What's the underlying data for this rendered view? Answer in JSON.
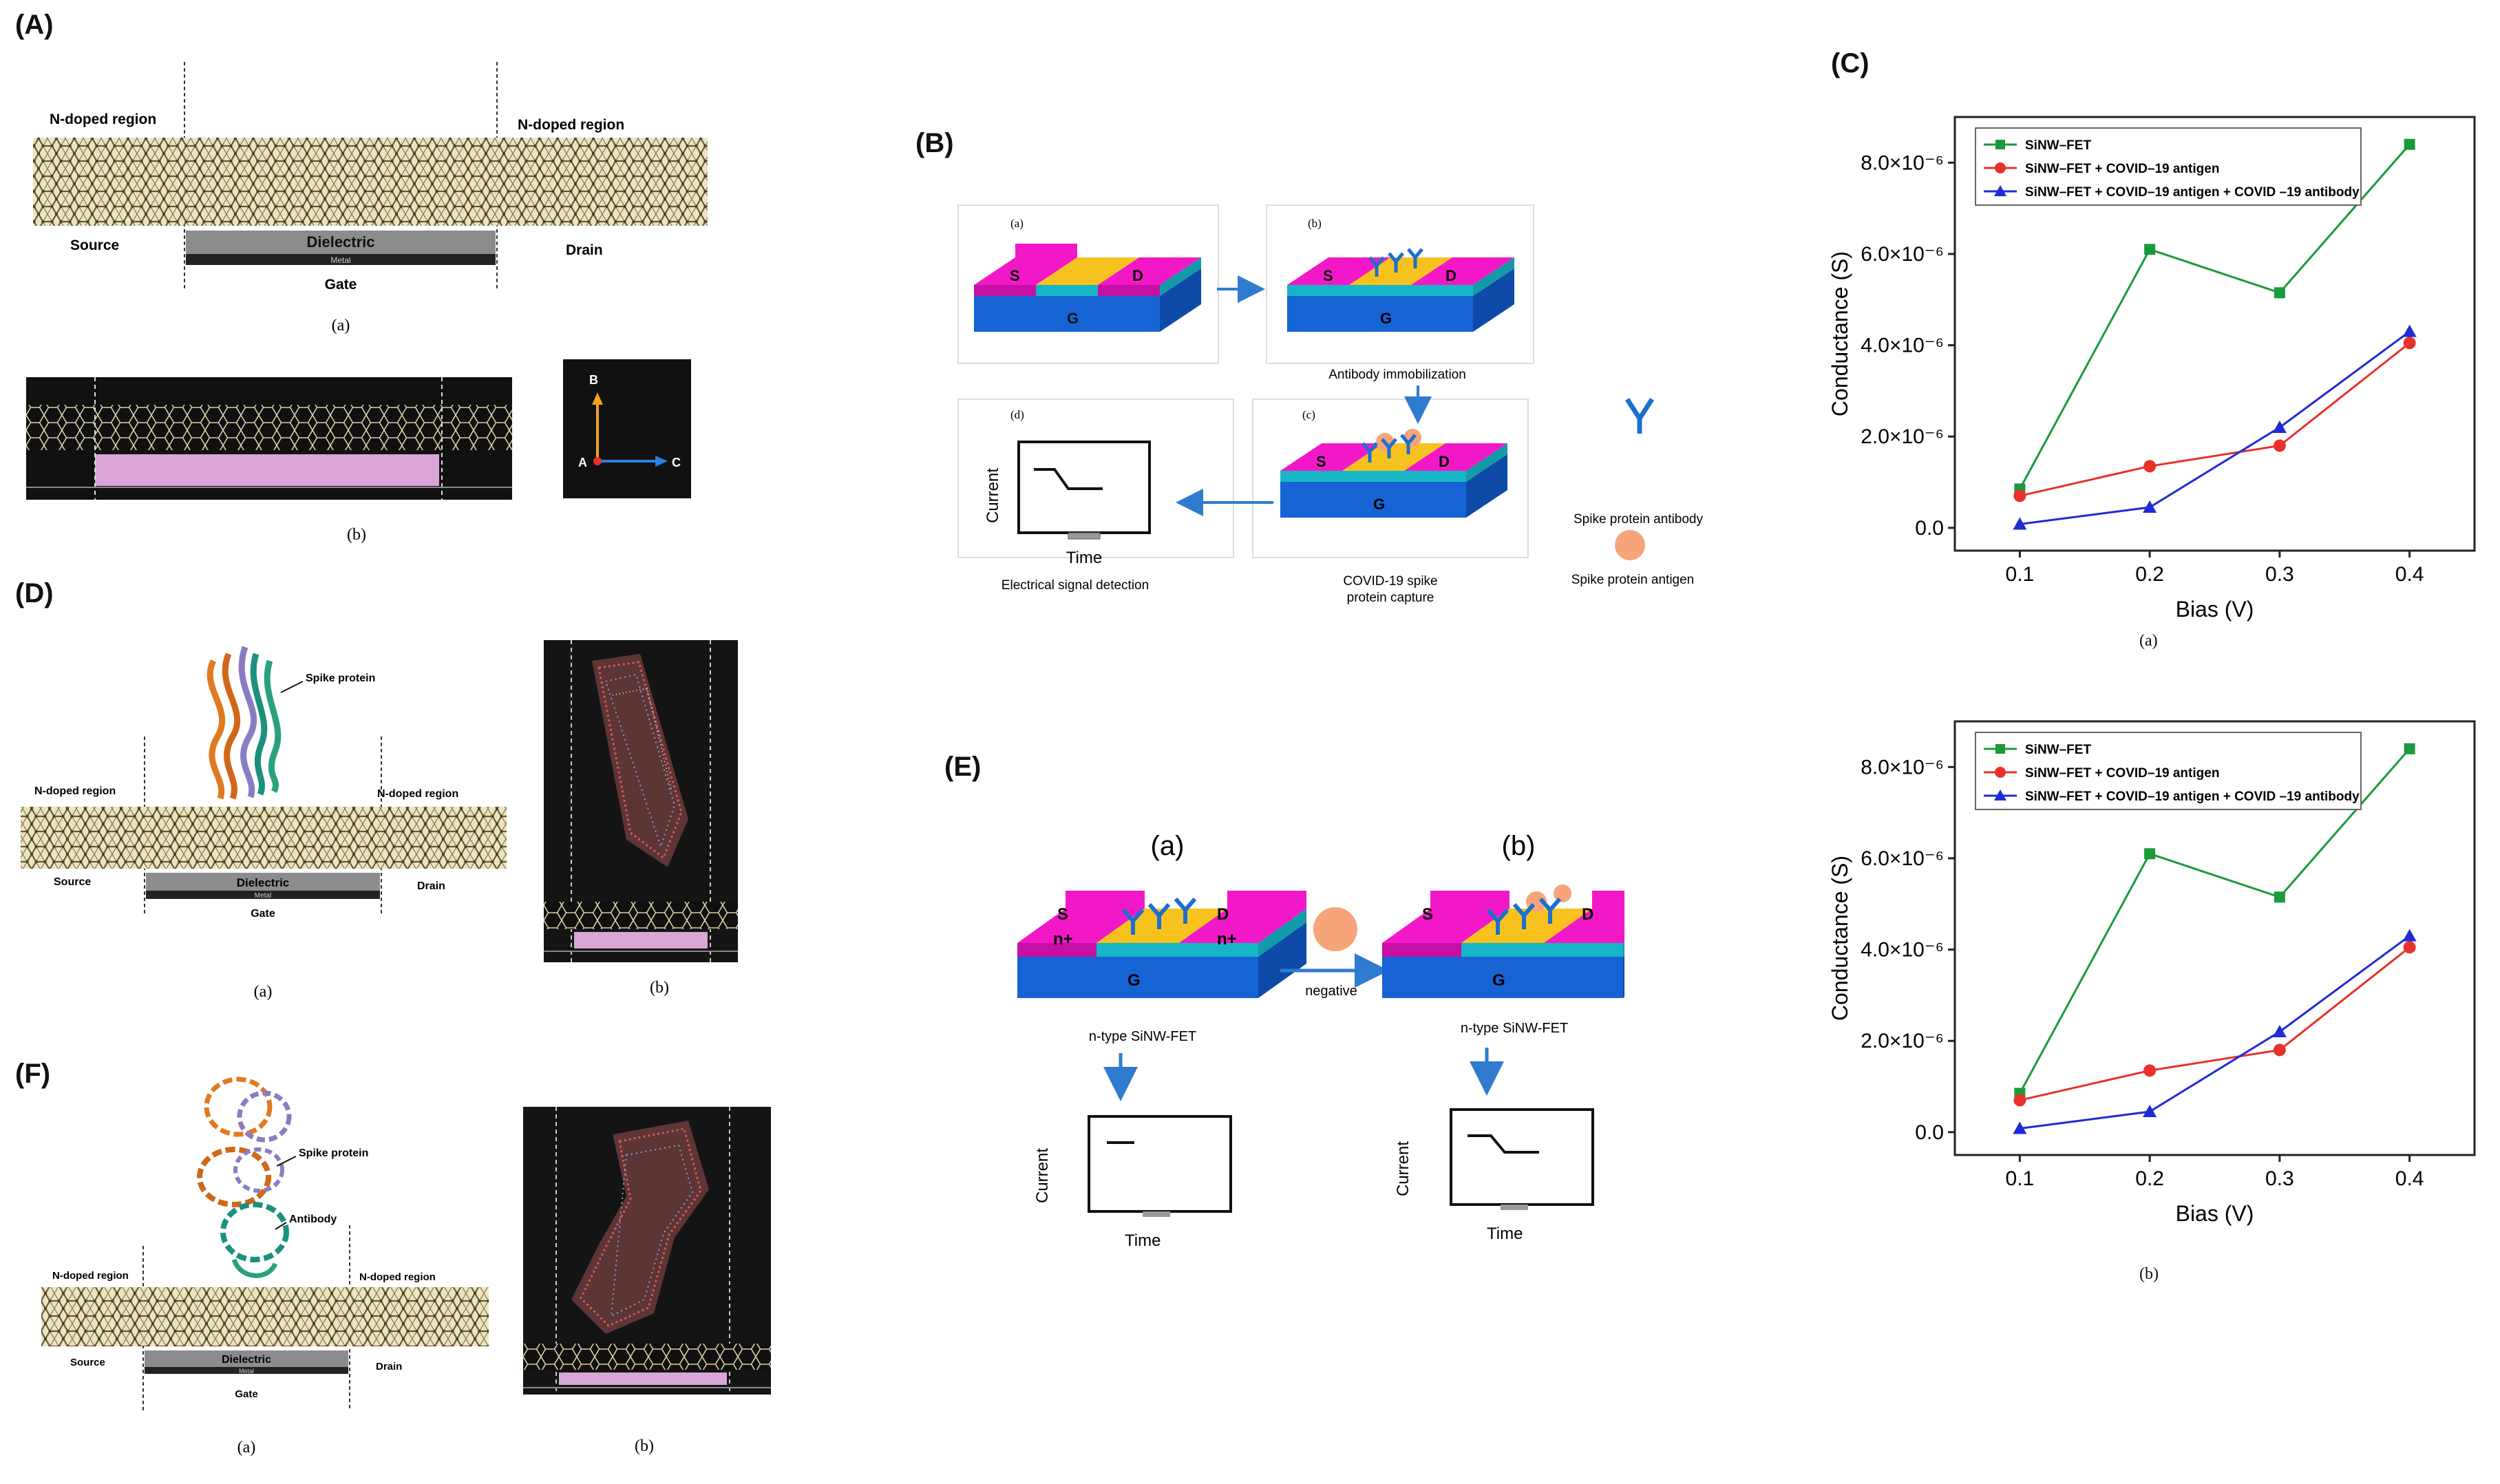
{
  "panels": {
    "A": {
      "letter": "(A)",
      "left_region": "N-doped region",
      "right_region": "N-doped region",
      "source": "Source",
      "drain": "Drain",
      "dielectric": "Dielectric",
      "metal": "Metal",
      "gate": "Gate",
      "cap_a": "(a)",
      "cap_b": "(b)",
      "axis_b": "B",
      "axis_a": "A",
      "axis_c": "C"
    },
    "B": {
      "letter": "(B)",
      "sub_a": "(a)",
      "sub_b": "(b)",
      "sub_c": "(c)",
      "sub_d": "(d)",
      "s": "S",
      "d": "D",
      "g": "G",
      "antibody_immobilization": "Antibody immobilization",
      "protein_capture_1": "COVID-19 spike",
      "protein_capture_2": "protein capture",
      "electrical_detection": "Electrical signal detection",
      "current": "Current",
      "time": "Time",
      "legend_antibody": "Spike protein antibody",
      "legend_antigen": "Spike protein antigen"
    },
    "C": {
      "letter": "(C)",
      "cap_a": "(a)",
      "cap_b": "(b)"
    },
    "D": {
      "letter": "(D)",
      "spike_protein": "Spike protein",
      "left_region": "N-doped region",
      "right_region": "N-doped region",
      "source": "Source",
      "drain": "Drain",
      "dielectric": "Dielectric",
      "metal": "Metal",
      "gate": "Gate",
      "cap_a": "(a)",
      "cap_b": "(b)"
    },
    "E": {
      "letter": "(E)",
      "sub_a": "(a)",
      "sub_b": "(b)",
      "s": "S",
      "d": "D",
      "g": "G",
      "n_plus": "n+",
      "negative": "negative",
      "device_label": "n-type SiNW-FET",
      "current": "Current",
      "time": "Time"
    },
    "F": {
      "letter": "(F)",
      "spike_protein": "Spike protein",
      "antibody": "Antibody",
      "left_region": "N-doped region",
      "right_region": "N-doped region",
      "source": "Source",
      "drain": "Drain",
      "dielectric": "Dielectric",
      "metal": "Metal",
      "gate": "Gate",
      "cap_a": "(a)",
      "cap_b": "(b)"
    }
  },
  "chart_data": [
    {
      "type": "line",
      "xlabel": "Bias (V)",
      "ylabel": "Conductance (S)",
      "x": [
        0.1,
        0.2,
        0.3,
        0.4
      ],
      "xlim": [
        0.05,
        0.45
      ],
      "ylim": [
        -5e-07,
        9e-06
      ],
      "xticks": [
        "0.1",
        "0.2",
        "0.3",
        "0.4"
      ],
      "yticks": [
        {
          "v": 0,
          "label": "0.0"
        },
        {
          "v": 2e-06,
          "label": "2.0×10⁻⁶"
        },
        {
          "v": 4e-06,
          "label": "4.0×10⁻⁶"
        },
        {
          "v": 6e-06,
          "label": "6.0×10⁻⁶"
        },
        {
          "v": 8e-06,
          "label": "8.0×10⁻⁶"
        }
      ],
      "legend": "top-left",
      "series": [
        {
          "name": "SiNW–FET",
          "color": "#1a9a3a",
          "marker": "square",
          "values": [
            8.5e-07,
            6.1e-06,
            5.15e-06,
            8.4e-06
          ]
        },
        {
          "name": "SiNW–FET + COVID–19 antigen",
          "color": "#e8312a",
          "marker": "circle",
          "values": [
            7e-07,
            1.35e-06,
            1.8e-06,
            4.05e-06
          ]
        },
        {
          "name": "SiNW–FET + COVID–19 antigen + COVID –19  antibody",
          "color": "#1f2bd6",
          "marker": "triangle",
          "values": [
            8e-08,
            4.5e-07,
            2.2e-06,
            4.3e-06
          ]
        }
      ]
    },
    {
      "type": "line",
      "xlabel": "Bias (V)",
      "ylabel": "Conductance (S)",
      "x": [
        0.1,
        0.2,
        0.3,
        0.4
      ],
      "xlim": [
        0.05,
        0.45
      ],
      "ylim": [
        -5e-07,
        9e-06
      ],
      "xticks": [
        "0.1",
        "0.2",
        "0.3",
        "0.4"
      ],
      "yticks": [
        {
          "v": 0,
          "label": "0.0"
        },
        {
          "v": 2e-06,
          "label": "2.0×10⁻⁶"
        },
        {
          "v": 4e-06,
          "label": "4.0×10⁻⁶"
        },
        {
          "v": 6e-06,
          "label": "6.0×10⁻⁶"
        },
        {
          "v": 8e-06,
          "label": "8.0×10⁻⁶"
        }
      ],
      "legend": "top-left",
      "series": [
        {
          "name": "SiNW–FET",
          "color": "#1a9a3a",
          "marker": "square",
          "values": [
            8.5e-07,
            6.1e-06,
            5.15e-06,
            8.4e-06
          ]
        },
        {
          "name": "SiNW–FET + COVID–19 antigen",
          "color": "#e8312a",
          "marker": "circle",
          "values": [
            7e-07,
            1.35e-06,
            1.8e-06,
            4.05e-06
          ]
        },
        {
          "name": "SiNW–FET + COVID–19 antigen + COVID –19  antibody",
          "color": "#1f2bd6",
          "marker": "triangle",
          "values": [
            8e-08,
            4.5e-07,
            2.2e-06,
            4.3e-06
          ]
        }
      ]
    }
  ],
  "colors": {
    "magenta": "#f218c8",
    "gold": "#f7c21e",
    "cyan": "#17b6c6",
    "blue": "#1663d4",
    "arrow": "#2e7bd0",
    "antigen": "#f7a47a",
    "lattice": "#6b5a2a"
  }
}
